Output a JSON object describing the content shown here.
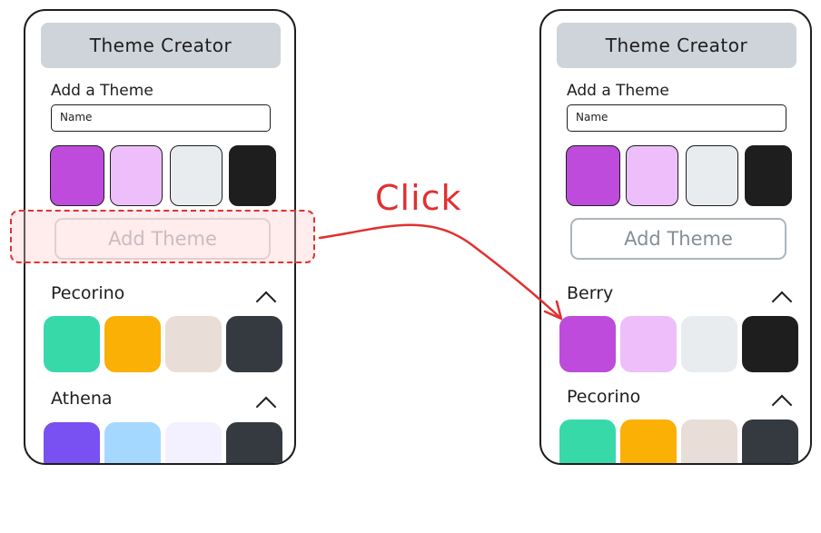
{
  "annotation": {
    "click_label": "Click",
    "color": "#e03131"
  },
  "phones": [
    {
      "side": "before",
      "header_title": "Theme Creator",
      "add_section_label": "Add a Theme",
      "name_placeholder": "Name",
      "picker_colors": [
        "#be4bdb",
        "#eebefa",
        "#e9ecef",
        "#1e1e1e"
      ],
      "add_button_label": "Add Theme",
      "add_button_state": "highlighted",
      "themes": [
        {
          "name": "Pecorino",
          "colors": [
            "#38d9a9",
            "#fab005",
            "#e9ddd8",
            "#343a40"
          ],
          "chevron": "chevron-up-icon"
        },
        {
          "name": "Athena",
          "colors": [
            "#7950f2",
            "#a5d8ff",
            "#f3f0ff",
            "#343a40"
          ],
          "chevron": "chevron-up-icon"
        }
      ]
    },
    {
      "side": "after",
      "header_title": "Theme Creator",
      "add_section_label": "Add a Theme",
      "name_placeholder": "Name",
      "picker_colors": [
        "#be4bdb",
        "#eebefa",
        "#e9ecef",
        "#1e1e1e"
      ],
      "add_button_label": "Add Theme",
      "add_button_state": "normal",
      "themes": [
        {
          "name": "Berry",
          "colors": [
            "#be4bdb",
            "#eebefa",
            "#e9ecef",
            "#1e1e1e"
          ],
          "chevron": "chevron-up-icon"
        },
        {
          "name": "Pecorino",
          "colors": [
            "#38d9a9",
            "#fab005",
            "#e9ddd8",
            "#343a40"
          ],
          "chevron": "chevron-up-icon"
        }
      ]
    }
  ]
}
